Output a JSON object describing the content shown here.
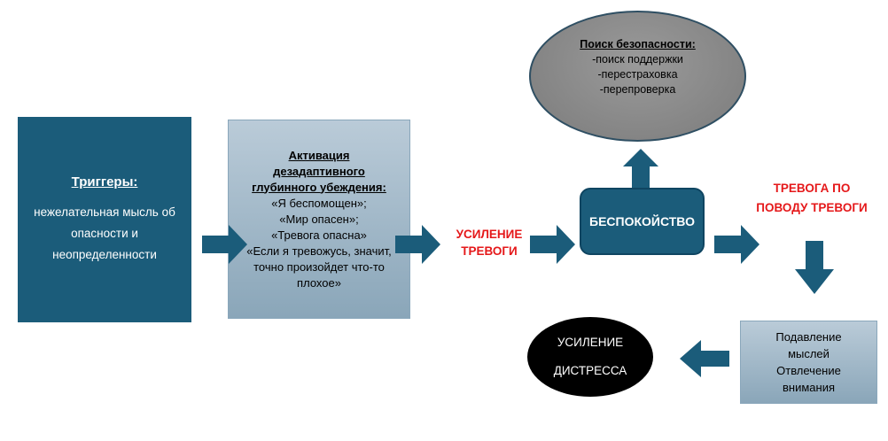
{
  "triggers": {
    "title": "Триггеры:",
    "body": "нежелательная мысль об опасности и неопределенности"
  },
  "activation": {
    "title_line1": "Активация",
    "title_line2": "дезадаптивного",
    "title_line3": "глубинного убеждения:",
    "belief1": "«Я беспомощен»;",
    "belief2": "«Мир опасен»;",
    "belief3": "«Тревога опасна»",
    "belief4": "«Если я тревожусь, значит, точно произойдет что-то плохое»"
  },
  "anxiety_increase": {
    "line1": "УСИЛЕНИЕ",
    "line2": "ТРЕВОГИ"
  },
  "anxiety": {
    "label": "БЕСПОКОЙСТВО"
  },
  "safety_seeking": {
    "title": "Поиск безопасности:",
    "item1": "-поиск поддержки",
    "item2": "-перестраховка",
    "item3": "-перепроверка"
  },
  "meta_anxiety": {
    "line1": "ТРЕВОГА ПО",
    "line2": "ПОВОДУ ТРЕВОГИ"
  },
  "suppression": {
    "line1": "Подавление",
    "line2": "мыслей",
    "line3": "Отвлечение",
    "line4": "внимания"
  },
  "distress": {
    "line1": "УСИЛЕНИЕ",
    "line2": "ДИСТРЕССА"
  },
  "colors": {
    "dark_teal": "#1b5c7a",
    "light_steel": "#a5bccb",
    "red_text": "#e5181a",
    "gray_ellipse": "#8a8a8a",
    "black": "#000000"
  }
}
